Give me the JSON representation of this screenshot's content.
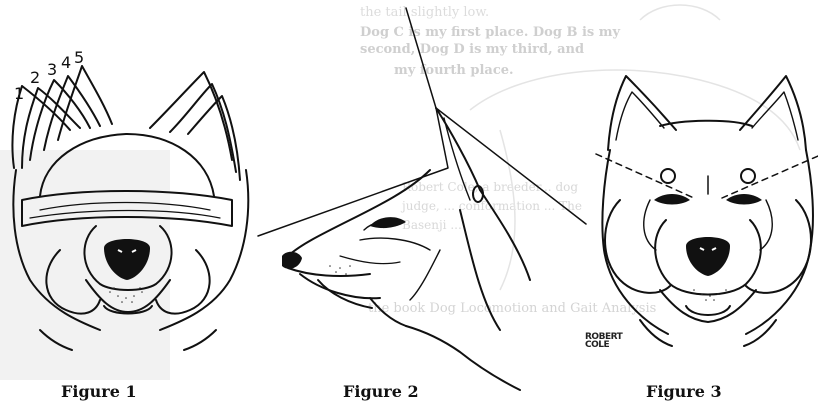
{
  "background_text": {
    "line1": "the tail slightly low.",
    "line2": "Dog C is my first place. Dog B is my second, Dog D is my third, and",
    "line3": "my fourth place.",
    "caption": "Robert Cole, a breeder... dog judge, ... conformation ... The Basenji ... ",
    "caption_end": "the book Dog Locomotion and Gait Analysis"
  },
  "figures": {
    "figure1": {
      "caption": "Figure 1",
      "ear_positions": [
        "1",
        "2",
        "3",
        "4",
        "5"
      ]
    },
    "figure2": {
      "caption": "Figure 2"
    },
    "figure3": {
      "caption": "Figure 3",
      "signature": "ROBERT COLE"
    }
  }
}
